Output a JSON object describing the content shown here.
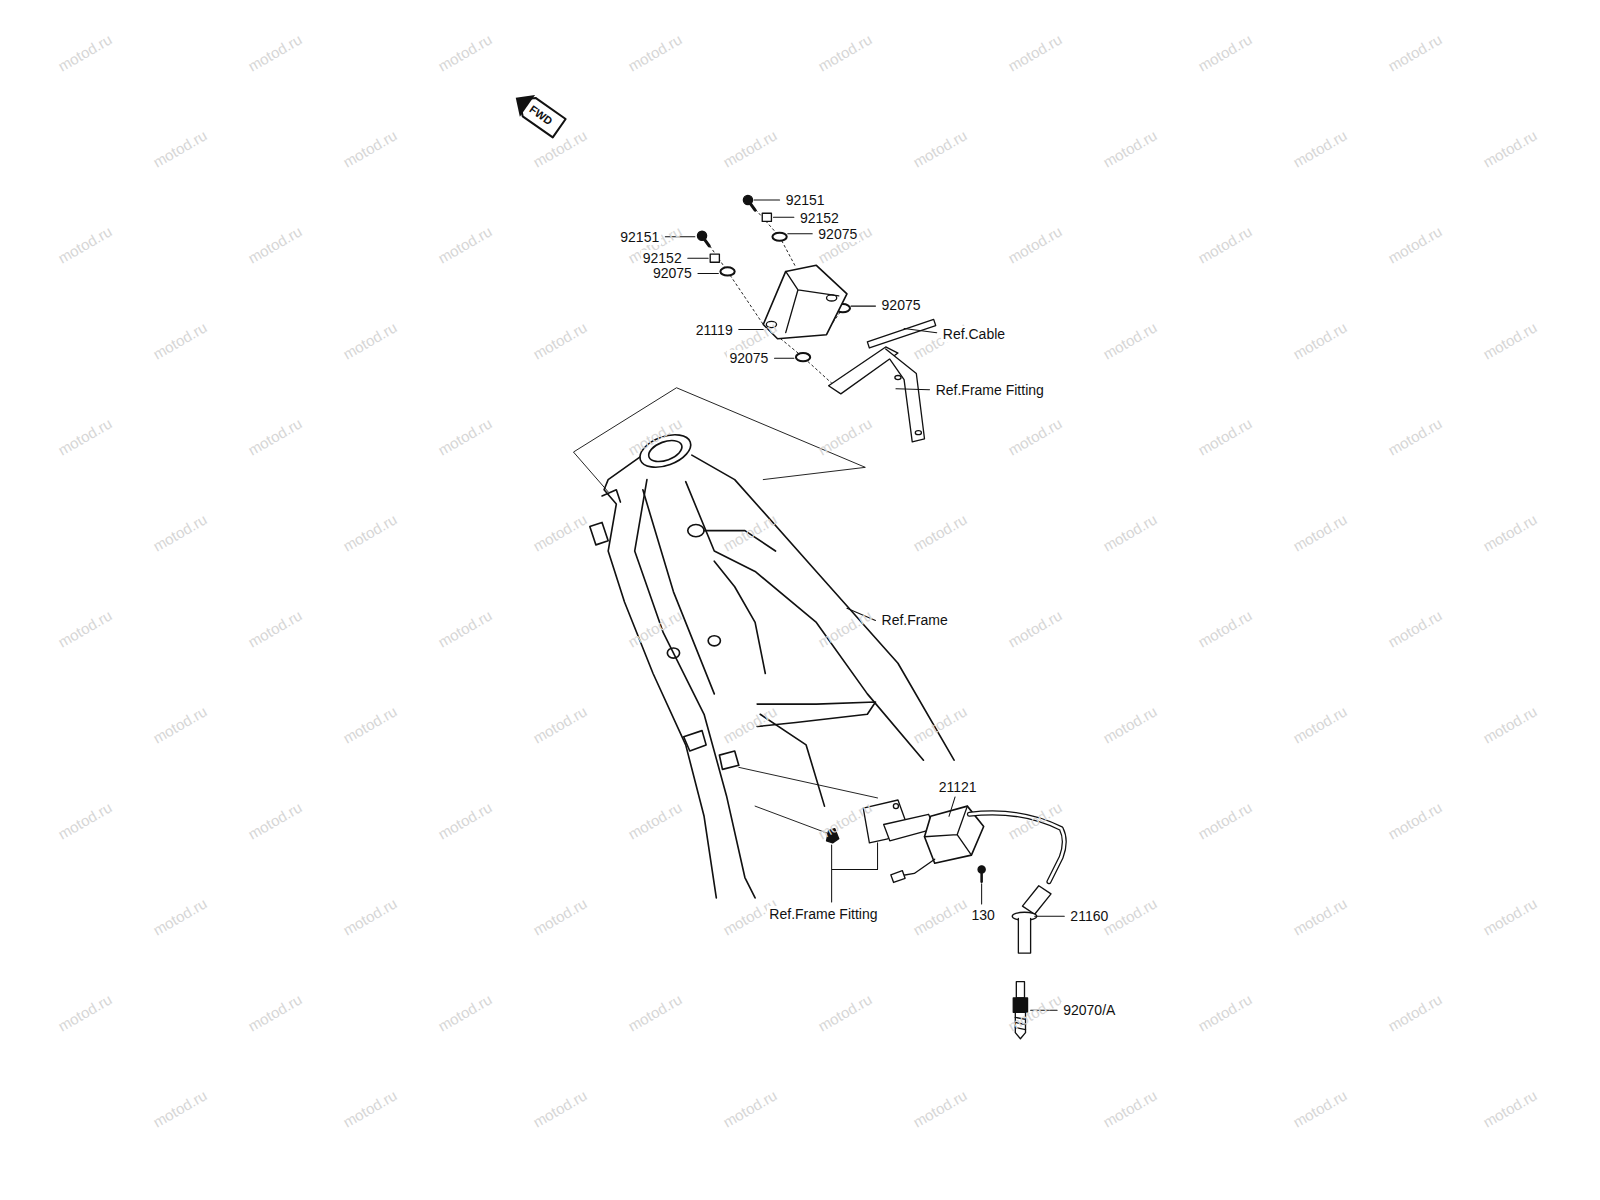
{
  "diagram": {
    "labels": [
      "FWD",
      "92151",
      "92152",
      "92075",
      "92151",
      "92152",
      "92075",
      "92075",
      "21119",
      "Ref.Cable",
      "92075",
      "Ref.Frame Fitting",
      "Ref.Frame",
      "21121",
      "Ref.Frame Fitting",
      "130",
      "21160",
      "92070/A",
      "motod.ru",
      "motod.ru",
      "motod.ru",
      "motod.ru",
      "motod.ru",
      "motod.ru",
      "motod.ru",
      "motod.ru",
      "motod.ru",
      "motod.ru",
      "motod.ru",
      "motod.ru",
      "motod.ru",
      "motod.ru",
      "motod.ru",
      "motod.ru",
      "motod.ru",
      "motod.ru",
      "motod.ru",
      "motod.ru",
      "motod.ru",
      "motod.ru",
      "motod.ru",
      "motod.ru",
      "motod.ru",
      "motod.ru",
      "motod.ru",
      "motod.ru",
      "motod.ru",
      "motod.ru",
      "motod.ru",
      "motod.ru",
      "motod.ru",
      "motod.ru",
      "motod.ru",
      "motod.ru",
      "motod.ru",
      "motod.ru",
      "motod.ru",
      "motod.ru",
      "motod.ru",
      "motod.ru",
      "motod.ru",
      "motod.ru",
      "motod.ru",
      "motod.ru",
      "motod.ru",
      "motod.ru",
      "motod.ru",
      "motod.ru",
      "motod.ru",
      "motod.ru",
      "motod.ru",
      "motod.ru",
      "motod.ru",
      "motod.ru",
      "motod.ru",
      "motod.ru",
      "motod.ru",
      "motod.ru",
      "motod.ru",
      "motod.ru",
      "motod.ru",
      "motod.ru",
      "motod.ru",
      "motod.ru",
      "motod.ru",
      "motod.ru",
      "motod.ru",
      "motod.ru",
      "motod.ru",
      "motod.ru",
      "motod.ru",
      "motod.ru",
      "motod.ru",
      "motod.ru",
      "motod.ru",
      "motod.ru",
      "motod.ru",
      "motod.ru",
      "motod.ru",
      "motod.ru",
      "motod.ru",
      "motod.ru",
      "motod.ru",
      "motod.ru",
      "motod.ru",
      "motod.ru",
      "motod.ru",
      "motod.ru",
      "motod.ru",
      "motod.ru",
      "motod.ru",
      "motod.ru",
      "motod.ru",
      "motod.ru"
    ]
  }
}
